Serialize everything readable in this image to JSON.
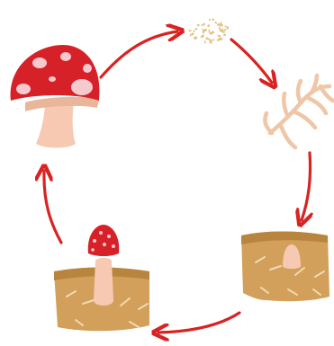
{
  "diagram": {
    "type": "cycle",
    "stage_names": [
      "mature-mushroom",
      "spores",
      "mycelium",
      "underground-mycelium",
      "young-mushroom"
    ],
    "colors": {
      "arrow": "#d92323",
      "cap_red": "#d72128",
      "cap_spots": "#f6c9cf",
      "stem": "#f7c9b3",
      "soil": "#d2a05a",
      "soil_dark": "#b9853e",
      "spores": "#e2c27d",
      "mycelium": "#efc6a8"
    }
  }
}
